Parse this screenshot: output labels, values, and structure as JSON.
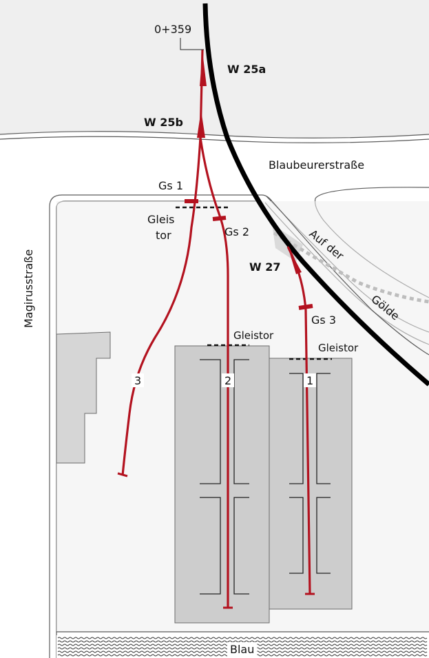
{
  "colors": {
    "road_fill": "#efefef",
    "road_edge": "#5a5a5a",
    "building": "#cdcdcd",
    "building_edge": "#6b6b6b",
    "track": "#b3121f",
    "mainline": "#000000",
    "dashed_track": "#bdbdbd",
    "water_wave": "#333333"
  },
  "labels": {
    "chainage": "0+359",
    "w25a": "W 25a",
    "w25b": "W 25b",
    "w27": "W 27",
    "street_blaubeurer": "Blaubeurerstraße",
    "street_magirus": "Magirusstraße",
    "street_auf_der": "Auf der",
    "street_goelde": "Gölde",
    "river": "Blau",
    "gs1": "Gs 1",
    "gs2": "Gs 2",
    "gs3": "Gs 3",
    "gate_left_line1": "Gleis",
    "gate_left_line2": "tor",
    "gate_middle": "Gleistor",
    "gate_right": "Gleistor"
  },
  "tracks": [
    {
      "number": "1"
    },
    {
      "number": "2"
    },
    {
      "number": "3"
    }
  ]
}
